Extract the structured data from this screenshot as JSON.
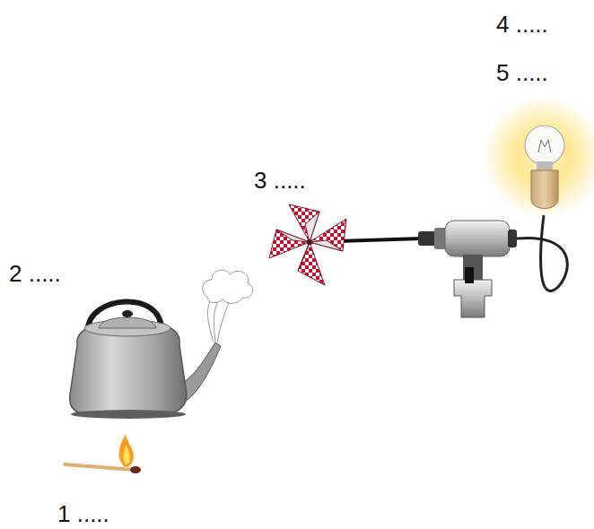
{
  "diagram": {
    "labels": [
      "1 .....",
      "2 .....",
      "3 .....",
      "4 .....",
      "5 ....."
    ]
  }
}
